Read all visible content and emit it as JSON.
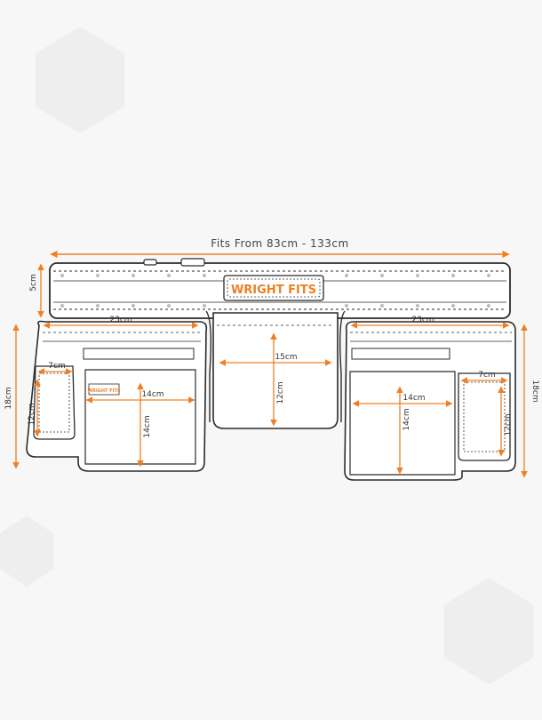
{
  "title": "Fits From 83cm - 133cm",
  "brand": {
    "logo_text": "WRIGHT FITS",
    "tag_text": "WRIGHT FITS"
  },
  "dimensions": {
    "belt_height": "5cm",
    "left_pouch_width": "23cm",
    "right_pouch_width": "23cm",
    "center_pouch_width": "15cm",
    "center_pouch_height": "12cm",
    "left_small_pocket_width": "7cm",
    "left_small_pocket_height": "12cm",
    "left_front_pocket_width": "14cm",
    "left_front_pocket_height": "14cm",
    "left_overall_height": "18cm",
    "right_front_pocket_width": "14cm",
    "right_front_pocket_height": "14cm",
    "right_small_pocket_width": "7cm",
    "right_small_pocket_height": "12cm",
    "right_overall_height": "18cm"
  },
  "colors": {
    "accent": "#f07f22",
    "outline": "#2b2b2b",
    "fill": "#ffffff",
    "background": "#f7f7f7"
  }
}
